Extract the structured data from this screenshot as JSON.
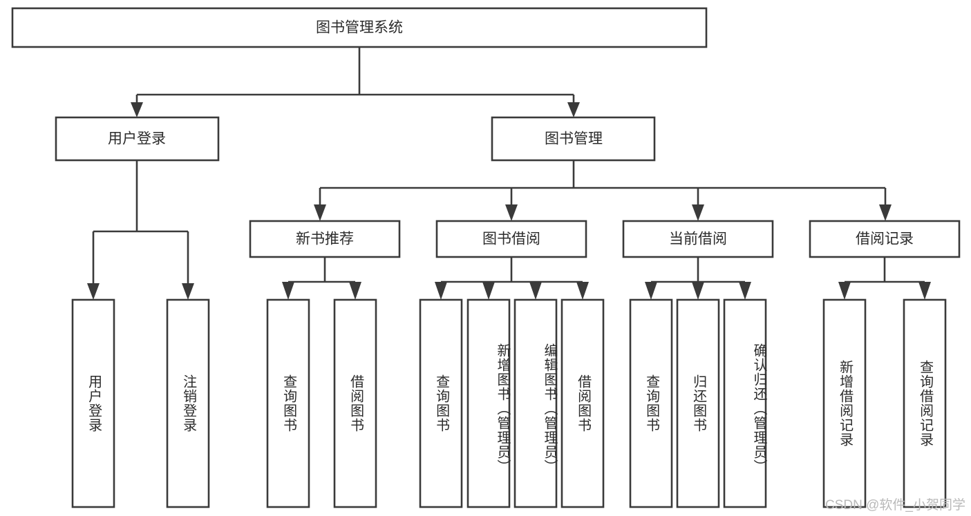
{
  "diagram": {
    "title": "图书管理系统",
    "type": "tree-hierarchy-chart",
    "root": {
      "id": "root",
      "label": "图书管理系统",
      "orientation": "horizontal"
    },
    "level2": [
      {
        "id": "user-login",
        "label": "用户登录",
        "orientation": "horizontal"
      },
      {
        "id": "book-management",
        "label": "图书管理",
        "orientation": "horizontal"
      }
    ],
    "level3": [
      {
        "id": "new-book-recommend",
        "label": "新书推荐",
        "orientation": "horizontal"
      },
      {
        "id": "book-borrow",
        "label": "图书借阅",
        "orientation": "horizontal"
      },
      {
        "id": "current-borrow",
        "label": "当前借阅",
        "orientation": "horizontal"
      },
      {
        "id": "borrow-record",
        "label": "借阅记录",
        "orientation": "horizontal"
      }
    ],
    "leaves": {
      "user_login_children": [
        {
          "id": "leaf-user-login",
          "label": "用户登录"
        },
        {
          "id": "leaf-logout-login",
          "label": "注销登录"
        }
      ],
      "new_book_recommend_children": [
        {
          "id": "leaf-query-book-1",
          "label": "查询图书"
        },
        {
          "id": "leaf-borrow-book-1",
          "label": "借阅图书"
        }
      ],
      "book_borrow_children": [
        {
          "id": "leaf-query-book-2",
          "label": "查询图书"
        },
        {
          "id": "leaf-add-book",
          "label": "新增图书（管理员）"
        },
        {
          "id": "leaf-edit-book",
          "label": "编辑图书（管理员）"
        },
        {
          "id": "leaf-borrow-book-2",
          "label": "借阅图书"
        }
      ],
      "current_borrow_children": [
        {
          "id": "leaf-query-book-3",
          "label": "查询图书"
        },
        {
          "id": "leaf-return-book",
          "label": "归还图书"
        },
        {
          "id": "leaf-confirm-return",
          "label": "确认归还（管理员）"
        }
      ],
      "borrow_record_children": [
        {
          "id": "leaf-add-record",
          "label": "新增借阅记录"
        },
        {
          "id": "leaf-query-record",
          "label": "查询借阅记录"
        }
      ]
    },
    "colors": {
      "box_stroke": "#3a3a3a",
      "box_fill": "#ffffff",
      "text": "#2b2b2b",
      "connector": "#3a3a3a",
      "background": "#ffffff",
      "watermark": "#b9b9b9"
    }
  },
  "watermark": {
    "text": "CSDN @软件_小贺同学"
  }
}
